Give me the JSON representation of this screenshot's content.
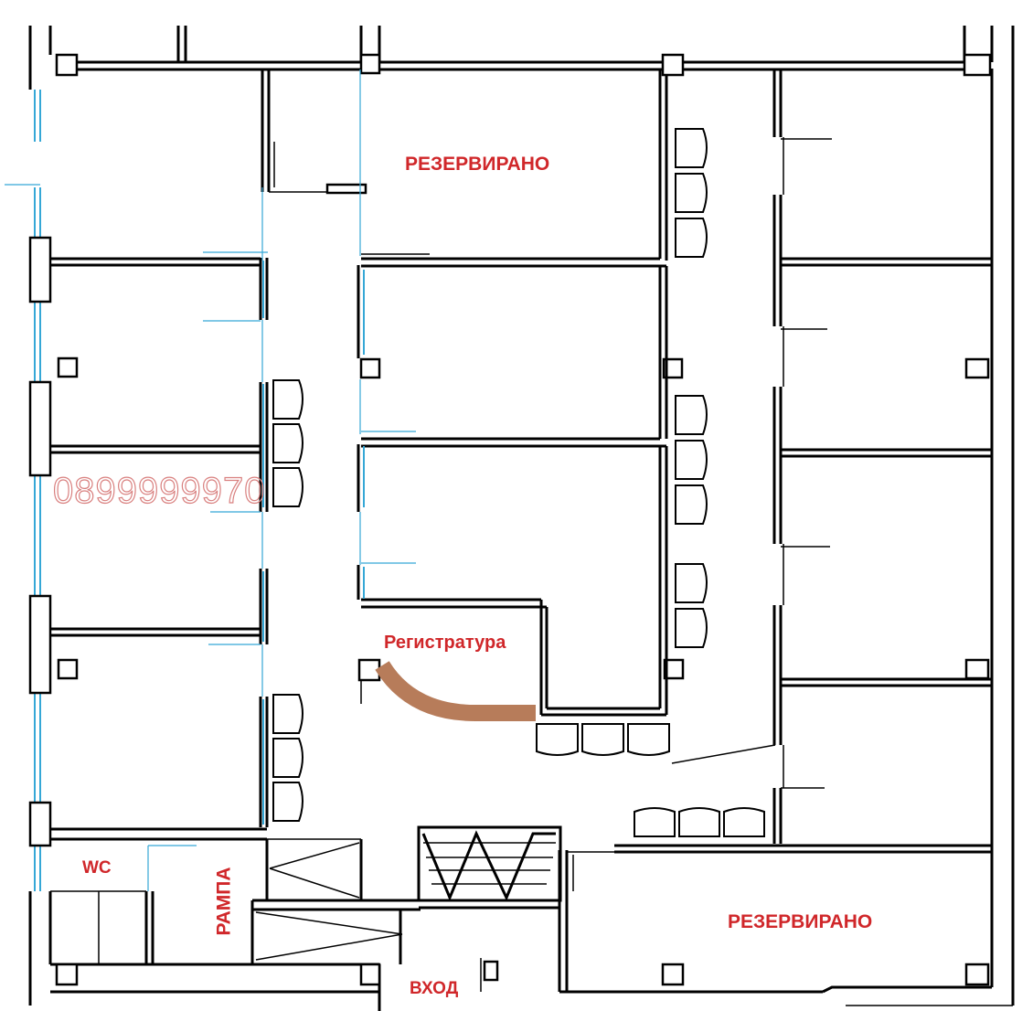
{
  "labels": {
    "reserved_top": "РЕЗЕРВИРАНО",
    "reserved_bottom": "РЕЗЕРВИРАНО",
    "reception": "Регистратура",
    "wc": "WC",
    "ramp": "РАМПА",
    "entrance": "ВХОД"
  },
  "watermark": "0899999970",
  "colors": {
    "label": "#d0272a",
    "walls": "#000000",
    "glass": "#35a7d6",
    "reception_desk": "#b77c5a",
    "watermark": "#d9807f"
  }
}
